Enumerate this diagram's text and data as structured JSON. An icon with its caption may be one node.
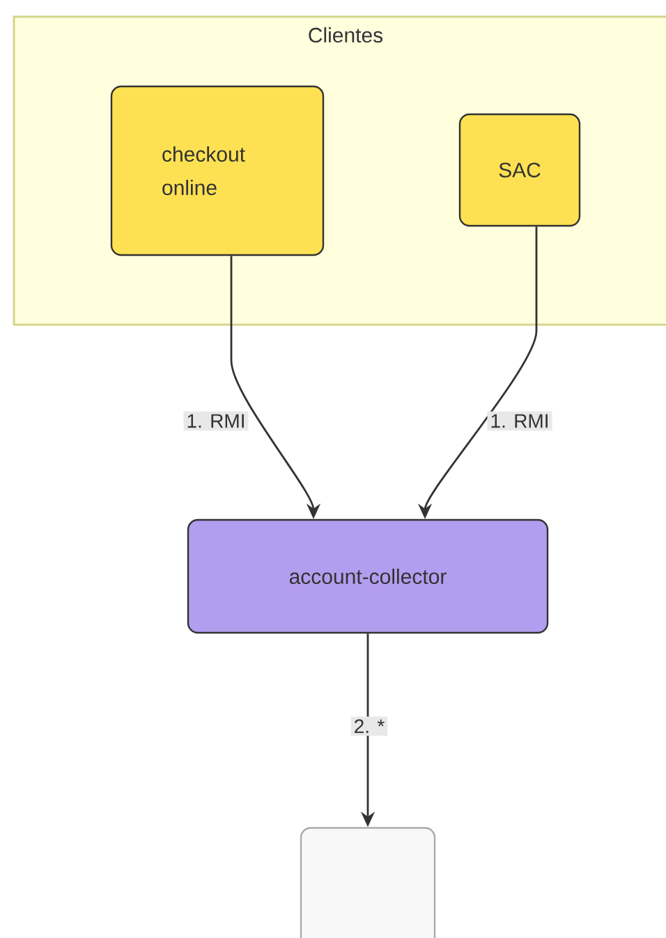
{
  "diagram": {
    "nodes": [
      {
        "text": [
          "Clientes"
        ]
      },
      {
        "text": [
          "checkout online"
        ],
        "in": 0
      },
      {
        "text": [
          "SAC"
        ],
        "in": 0
      },
      {
        "text": [
          "account-collector"
        ]
      },
      {
        "text": [],
        "shape": "box"
      }
    ],
    "edges": [
      {
        "from": 1,
        "to": 3,
        "arrow": "to",
        "label": "1. RMI"
      },
      {
        "from": 2,
        "to": 3,
        "arrow": "to",
        "label": "1. RMI"
      },
      {
        "from": 3,
        "to": 4,
        "arrow": "to",
        "label": "2. *"
      }
    ]
  }
}
